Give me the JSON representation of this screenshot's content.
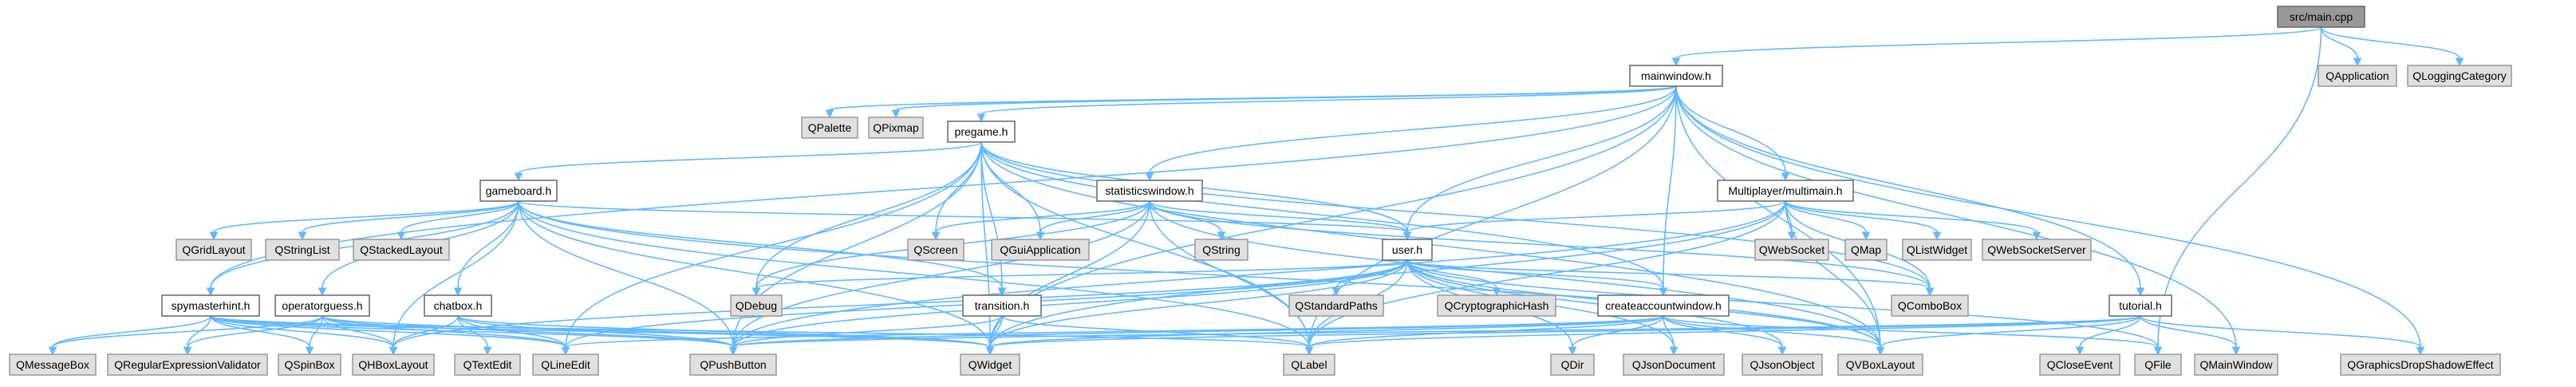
{
  "colors": {
    "edge": "#63b8ff",
    "root_fill": "#999999",
    "header_fill": "#ffffff",
    "external_fill": "#e0e0e0",
    "border": "#666666"
  },
  "nodes": {
    "main": {
      "label": "src/main.cpp",
      "kind": "root"
    },
    "mainwindow": {
      "label": "mainwindow.h",
      "kind": "header"
    },
    "qapplication": {
      "label": "QApplication",
      "kind": "ext"
    },
    "qloggingcategory": {
      "label": "QLoggingCategory",
      "kind": "ext"
    },
    "qpalette": {
      "label": "QPalette",
      "kind": "ext"
    },
    "qpixmap": {
      "label": "QPixmap",
      "kind": "ext"
    },
    "pregame": {
      "label": "pregame.h",
      "kind": "header"
    },
    "gameboard": {
      "label": "gameboard.h",
      "kind": "header"
    },
    "statisticswindow": {
      "label": "statisticswindow.h",
      "kind": "header"
    },
    "multiplayer": {
      "label": "Multiplayer/multimain.h",
      "kind": "header"
    },
    "user": {
      "label": "user.h",
      "kind": "header"
    },
    "spymasterhint": {
      "label": "spymasterhint.h",
      "kind": "header"
    },
    "operatorguess": {
      "label": "operatorguess.h",
      "kind": "header"
    },
    "chatbox": {
      "label": "chatbox.h",
      "kind": "header"
    },
    "transition": {
      "label": "transition.h",
      "kind": "header"
    },
    "createaccount": {
      "label": "createaccountwindow.h",
      "kind": "header"
    },
    "tutorial": {
      "label": "tutorial.h",
      "kind": "header"
    },
    "qgridlayout": {
      "label": "QGridLayout",
      "kind": "ext"
    },
    "qstringlist": {
      "label": "QStringList",
      "kind": "ext"
    },
    "qstackedlayout": {
      "label": "QStackedLayout",
      "kind": "ext"
    },
    "qscreen": {
      "label": "QScreen",
      "kind": "ext"
    },
    "qguiapplication": {
      "label": "QGuiApplication",
      "kind": "ext"
    },
    "qstring": {
      "label": "QString",
      "kind": "ext"
    },
    "qwebsocket": {
      "label": "QWebSocket",
      "kind": "ext"
    },
    "qmap": {
      "label": "QMap",
      "kind": "ext"
    },
    "qlistwidget": {
      "label": "QListWidget",
      "kind": "ext"
    },
    "qwebsocketserver": {
      "label": "QWebSocketServer",
      "kind": "ext"
    },
    "qdebug": {
      "label": "QDebug",
      "kind": "ext"
    },
    "qstandardpaths": {
      "label": "QStandardPaths",
      "kind": "ext"
    },
    "qcryptographichash": {
      "label": "QCryptographicHash",
      "kind": "ext"
    },
    "qcombobox": {
      "label": "QComboBox",
      "kind": "ext"
    },
    "qmessagebox": {
      "label": "QMessageBox",
      "kind": "ext"
    },
    "qregexpvalidator": {
      "label": "QRegularExpressionValidator",
      "kind": "ext"
    },
    "qspinbox": {
      "label": "QSpinBox",
      "kind": "ext"
    },
    "qhboxlayout": {
      "label": "QHBoxLayout",
      "kind": "ext"
    },
    "qtextedit": {
      "label": "QTextEdit",
      "kind": "ext"
    },
    "qlineedit": {
      "label": "QLineEdit",
      "kind": "ext"
    },
    "qpushbutton": {
      "label": "QPushButton",
      "kind": "ext"
    },
    "qwidget": {
      "label": "QWidget",
      "kind": "ext"
    },
    "qlabel": {
      "label": "QLabel",
      "kind": "ext"
    },
    "qdir": {
      "label": "QDir",
      "kind": "ext"
    },
    "qjsondocument": {
      "label": "QJsonDocument",
      "kind": "ext"
    },
    "qjsonobject": {
      "label": "QJsonObject",
      "kind": "ext"
    },
    "qvboxlayout": {
      "label": "QVBoxLayout",
      "kind": "ext"
    },
    "qcloseevent": {
      "label": "QCloseEvent",
      "kind": "ext"
    },
    "qfile": {
      "label": "QFile",
      "kind": "ext"
    },
    "qmainwindow": {
      "label": "QMainWindow",
      "kind": "ext"
    },
    "qgraphicsdropshadow": {
      "label": "QGraphicsDropShadowEffect",
      "kind": "ext"
    }
  },
  "edges": [
    [
      "main",
      "mainwindow"
    ],
    [
      "main",
      "qapplication"
    ],
    [
      "main",
      "qloggingcategory"
    ],
    [
      "main",
      "qfile"
    ],
    [
      "mainwindow",
      "qpalette"
    ],
    [
      "mainwindow",
      "qpixmap"
    ],
    [
      "mainwindow",
      "pregame"
    ],
    [
      "mainwindow",
      "statisticswindow"
    ],
    [
      "mainwindow",
      "multiplayer"
    ],
    [
      "mainwindow",
      "user"
    ],
    [
      "mainwindow",
      "createaccount"
    ],
    [
      "mainwindow",
      "tutorial"
    ],
    [
      "mainwindow",
      "qlabel"
    ],
    [
      "mainwindow",
      "qmainwindow"
    ],
    [
      "mainwindow",
      "qgraphicsdropshadow"
    ],
    [
      "mainwindow",
      "qvboxlayout"
    ],
    [
      "mainwindow",
      "qwidget"
    ],
    [
      "mainwindow",
      "spymasterhint"
    ],
    [
      "pregame",
      "gameboard"
    ],
    [
      "pregame",
      "user"
    ],
    [
      "pregame",
      "transition"
    ],
    [
      "pregame",
      "qscreen"
    ],
    [
      "pregame",
      "qguiapplication"
    ],
    [
      "pregame",
      "qdebug"
    ],
    [
      "pregame",
      "qcombobox"
    ],
    [
      "pregame",
      "qpushbutton"
    ],
    [
      "pregame",
      "qlabel"
    ],
    [
      "pregame",
      "qwidget"
    ],
    [
      "pregame",
      "qlineedit"
    ],
    [
      "pregame",
      "qvboxlayout"
    ],
    [
      "pregame",
      "createaccount"
    ],
    [
      "gameboard",
      "spymasterhint"
    ],
    [
      "gameboard",
      "operatorguess"
    ],
    [
      "gameboard",
      "chatbox"
    ],
    [
      "gameboard",
      "qgridlayout"
    ],
    [
      "gameboard",
      "qstringlist"
    ],
    [
      "gameboard",
      "qstackedlayout"
    ],
    [
      "gameboard",
      "user"
    ],
    [
      "gameboard",
      "transition"
    ],
    [
      "gameboard",
      "qpushbutton"
    ],
    [
      "gameboard",
      "qlabel"
    ],
    [
      "gameboard",
      "qwidget"
    ],
    [
      "gameboard",
      "qhboxlayout"
    ],
    [
      "gameboard",
      "qvboxlayout"
    ],
    [
      "statisticswindow",
      "qscreen"
    ],
    [
      "statisticswindow",
      "qguiapplication"
    ],
    [
      "statisticswindow",
      "qstring"
    ],
    [
      "statisticswindow",
      "user"
    ],
    [
      "statisticswindow",
      "qcombobox"
    ],
    [
      "statisticswindow",
      "qlabel"
    ],
    [
      "statisticswindow",
      "qpushbutton"
    ],
    [
      "statisticswindow",
      "qwidget"
    ],
    [
      "statisticswindow",
      "qvboxlayout"
    ],
    [
      "statisticswindow",
      "qdebug"
    ],
    [
      "multiplayer",
      "user"
    ],
    [
      "multiplayer",
      "qwebsocket"
    ],
    [
      "multiplayer",
      "qmap"
    ],
    [
      "multiplayer",
      "qlistwidget"
    ],
    [
      "multiplayer",
      "qwebsocketserver"
    ],
    [
      "multiplayer",
      "qcombobox"
    ],
    [
      "multiplayer",
      "qpushbutton"
    ],
    [
      "multiplayer",
      "qwidget"
    ],
    [
      "multiplayer",
      "qvboxlayout"
    ],
    [
      "multiplayer",
      "qlabel"
    ],
    [
      "user",
      "qdebug"
    ],
    [
      "user",
      "qstandardpaths"
    ],
    [
      "user",
      "qcryptographichash"
    ],
    [
      "user",
      "createaccount"
    ],
    [
      "user",
      "qcombobox"
    ],
    [
      "user",
      "qfile"
    ],
    [
      "user",
      "qdir"
    ],
    [
      "user",
      "qjsondocument"
    ],
    [
      "user",
      "qjsonobject"
    ],
    [
      "user",
      "qpushbutton"
    ],
    [
      "user",
      "qlabel"
    ],
    [
      "user",
      "qwidget"
    ],
    [
      "user",
      "qvboxlayout"
    ],
    [
      "user",
      "qhboxlayout"
    ],
    [
      "user",
      "qlineedit"
    ],
    [
      "spymasterhint",
      "qmessagebox"
    ],
    [
      "spymasterhint",
      "qregexpvalidator"
    ],
    [
      "spymasterhint",
      "qspinbox"
    ],
    [
      "spymasterhint",
      "qhboxlayout"
    ],
    [
      "spymasterhint",
      "qlineedit"
    ],
    [
      "spymasterhint",
      "qpushbutton"
    ],
    [
      "spymasterhint",
      "qlabel"
    ],
    [
      "spymasterhint",
      "qwidget"
    ],
    [
      "operatorguess",
      "qmessagebox"
    ],
    [
      "operatorguess",
      "qregexpvalidator"
    ],
    [
      "operatorguess",
      "qspinbox"
    ],
    [
      "operatorguess",
      "qhboxlayout"
    ],
    [
      "operatorguess",
      "qlineedit"
    ],
    [
      "operatorguess",
      "qpushbutton"
    ],
    [
      "operatorguess",
      "qwidget"
    ],
    [
      "chatbox",
      "qhboxlayout"
    ],
    [
      "chatbox",
      "qtextedit"
    ],
    [
      "chatbox",
      "qlineedit"
    ],
    [
      "chatbox",
      "qpushbutton"
    ],
    [
      "chatbox",
      "qwidget"
    ],
    [
      "transition",
      "qpushbutton"
    ],
    [
      "transition",
      "qwidget"
    ],
    [
      "transition",
      "qlabel"
    ],
    [
      "createaccount",
      "qpushbutton"
    ],
    [
      "createaccount",
      "qwidget"
    ],
    [
      "createaccount",
      "qlabel"
    ],
    [
      "createaccount",
      "qdir"
    ],
    [
      "createaccount",
      "qjsondocument"
    ],
    [
      "createaccount",
      "qjsonobject"
    ],
    [
      "createaccount",
      "qvboxlayout"
    ],
    [
      "createaccount",
      "qfile"
    ],
    [
      "createaccount",
      "qlineedit"
    ],
    [
      "tutorial",
      "qpushbutton"
    ],
    [
      "tutorial",
      "qwidget"
    ],
    [
      "tutorial",
      "qlabel"
    ],
    [
      "tutorial",
      "qcloseevent"
    ],
    [
      "tutorial",
      "qmainwindow"
    ],
    [
      "tutorial",
      "qgraphicsdropshadow"
    ],
    [
      "tutorial",
      "qvboxlayout"
    ]
  ]
}
